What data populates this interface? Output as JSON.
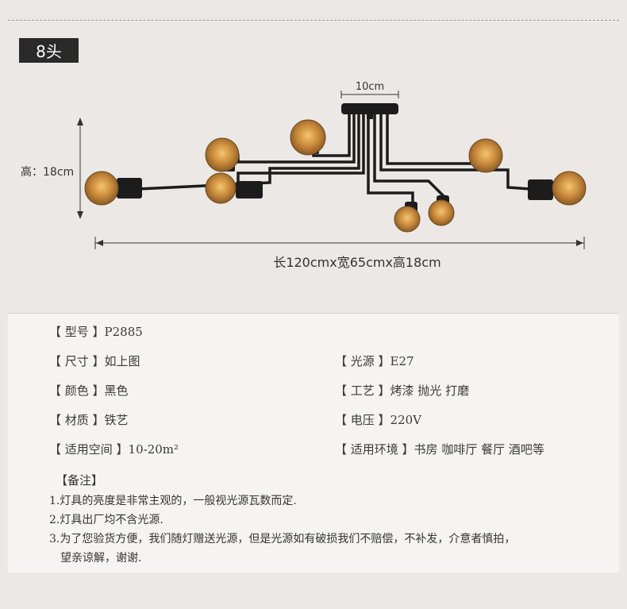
{
  "header": {
    "badge": "8头"
  },
  "dimensions": {
    "top_width": "10cm",
    "height_label": "高：18cm",
    "overall": "长120cmx宽65cmx高18cm"
  },
  "specs": {
    "model": {
      "label": "【 型号 】",
      "value": "P2885"
    },
    "size": {
      "label": "【 尺寸 】",
      "value": "如上图"
    },
    "light_source": {
      "label": "【 光源 】",
      "value": "E27"
    },
    "color": {
      "label": "【 颜色 】",
      "value": "黑色"
    },
    "craft": {
      "label": "【 工艺 】",
      "value": "烤漆 抛光 打磨"
    },
    "material": {
      "label": "【 材质 】",
      "value": "铁艺"
    },
    "voltage": {
      "label": "【 电压 】",
      "value": "220V"
    },
    "space": {
      "label": "【 适用空间 】",
      "value": "10-20m²"
    },
    "environment": {
      "label": "【 适用环境 】",
      "value": "书房 咖啡厅 餐厅 酒吧等"
    }
  },
  "notes": {
    "title": "【备注】",
    "items": [
      "1.灯具的亮度是非常主观的，一般视光源瓦数而定.",
      "2.灯具出厂均不含光源.",
      "3.为了您验货方便，我们随灯赠送光源，但是光源如有破损我们不赔偿，不补发，介意者慎拍，",
      "望亲谅解，谢谢."
    ]
  },
  "colors": {
    "badge_bg": "#2a2a2a",
    "bulb": "#c98a3c",
    "metal": "#1c1c1c"
  }
}
